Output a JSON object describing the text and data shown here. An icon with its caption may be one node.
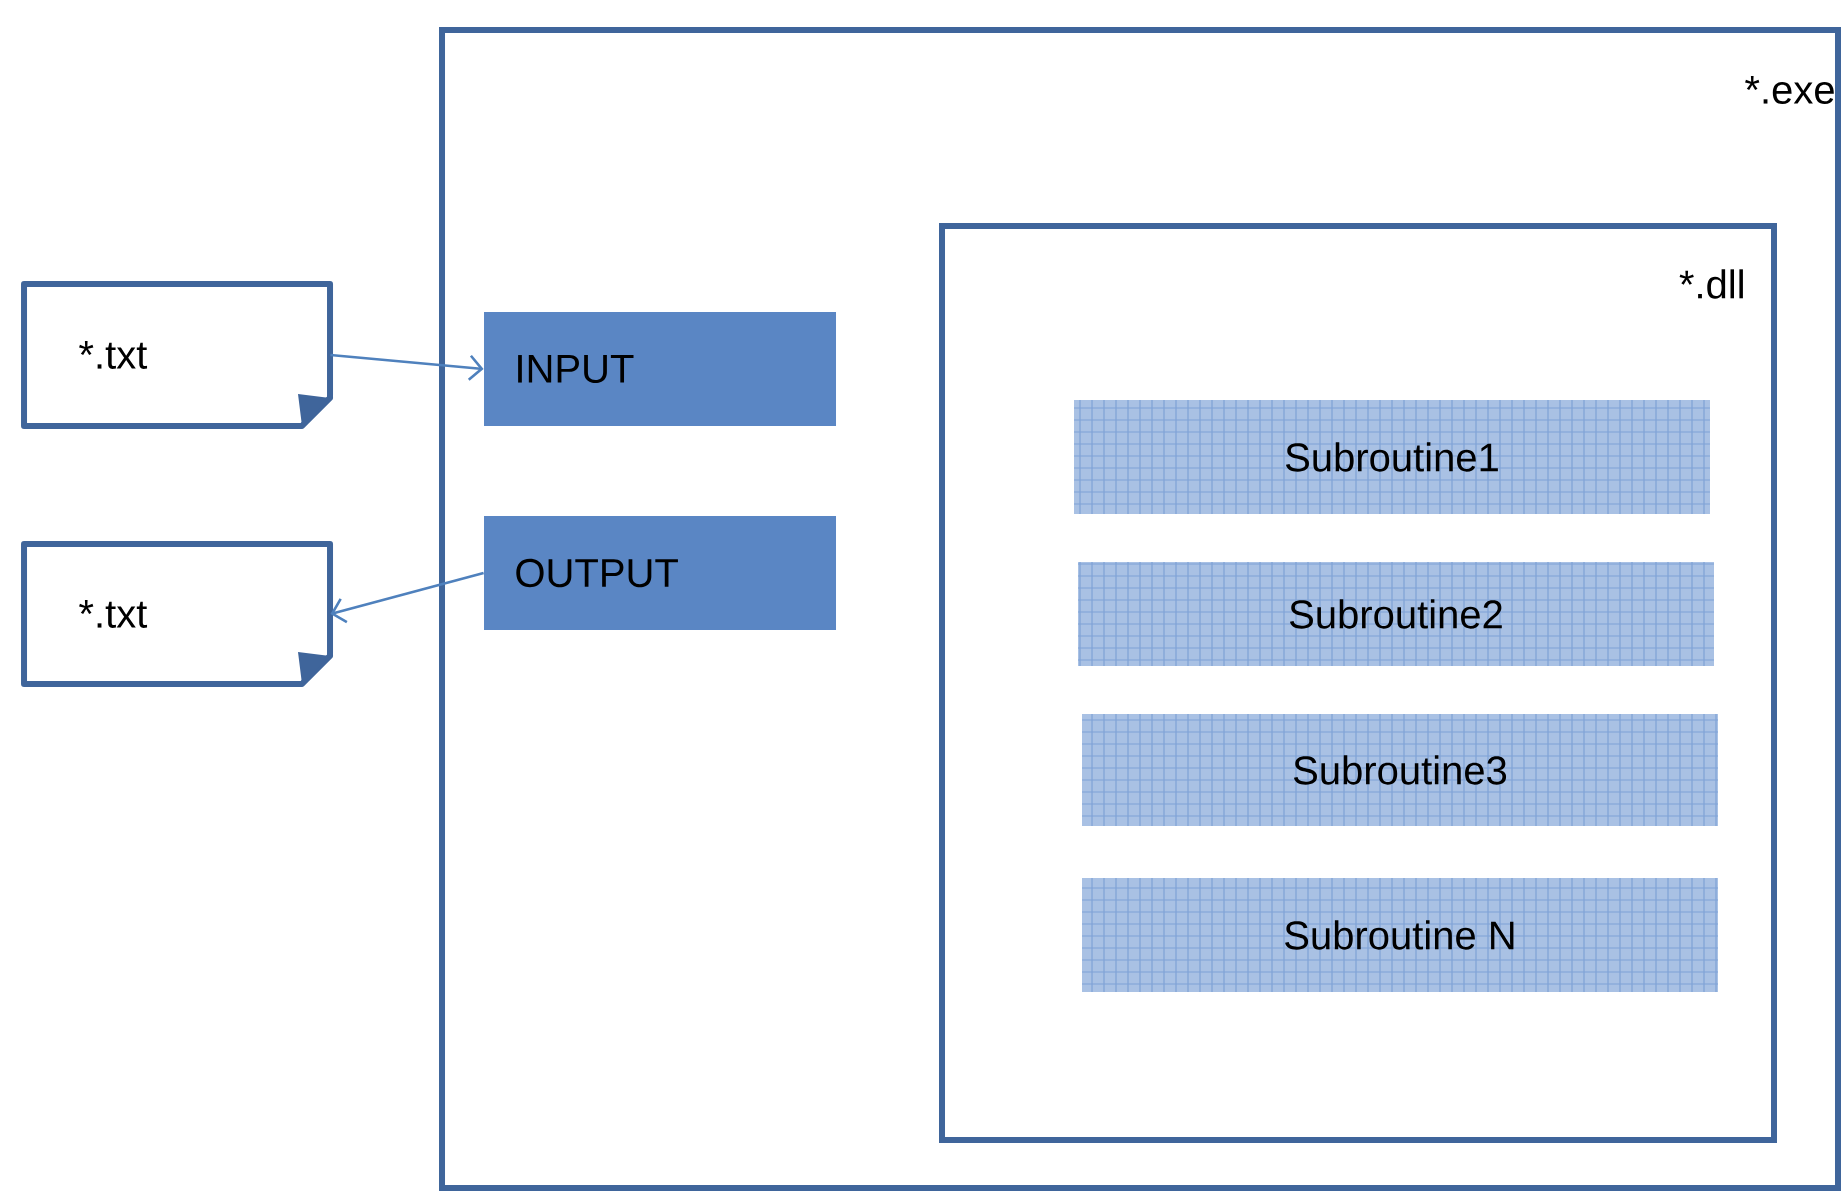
{
  "diagram": {
    "nodes": [
      {
        "text": [
          "*.txt"
        ]
      },
      {
        "text": [
          "*.txt"
        ]
      },
      {
        "text": [
          "*.exe"
        ]
      },
      {
        "text": [
          "INPUT"
        ],
        "in": 2
      },
      {
        "text": [
          "OUTPUT"
        ],
        "in": 2
      },
      {
        "text": [
          "*.dll"
        ],
        "in": 2
      },
      {
        "text": [
          "Subroutine1"
        ],
        "in": 5
      },
      {
        "text": [
          "Subroutine2"
        ],
        "in": 5
      },
      {
        "text": [
          "Subroutine3"
        ],
        "in": 5
      },
      {
        "text": [
          "Subroutine N"
        ],
        "in": 5
      }
    ],
    "edges": [
      {
        "from": 0,
        "to": 3,
        "arrow": "to"
      },
      {
        "from": 4,
        "to": 1,
        "arrow": "to"
      }
    ]
  }
}
